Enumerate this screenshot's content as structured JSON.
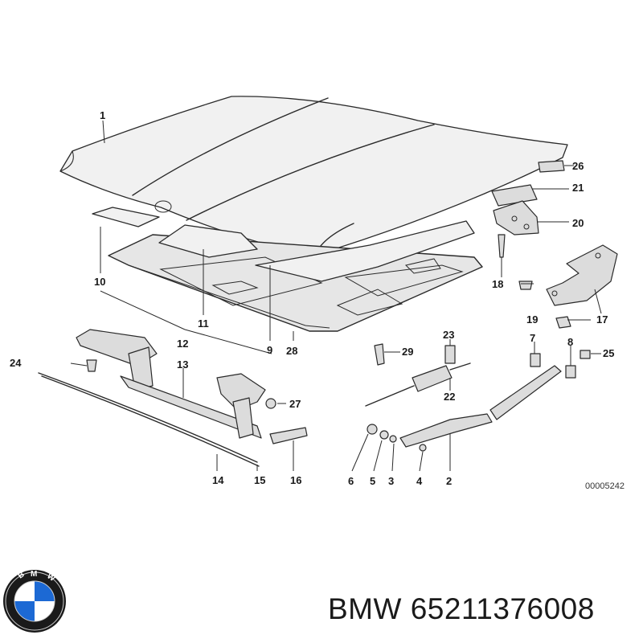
{
  "brand": "BMW",
  "part_number": "65211376008",
  "reference_code": "00005242",
  "brand_logo_letters": "BMW",
  "labels": {
    "l1": "1",
    "l2": "2",
    "l3": "3",
    "l4": "4",
    "l5": "5",
    "l6": "6",
    "l7": "7",
    "l8": "8",
    "l9": "9",
    "l10": "10",
    "l11": "11",
    "l12": "12",
    "l13": "13",
    "l14": "14",
    "l15": "15",
    "l16": "16",
    "l17": "17",
    "l18": "18",
    "l19": "19",
    "l20": "20",
    "l21": "21",
    "l22": "22",
    "l23": "23",
    "l24": "24",
    "l25": "25",
    "l26": "26",
    "l27": "27",
    "l28": "28",
    "l29": "29"
  },
  "colors": {
    "logo_blue": "#1c69d4",
    "logo_ring": "#1a1a1a"
  }
}
